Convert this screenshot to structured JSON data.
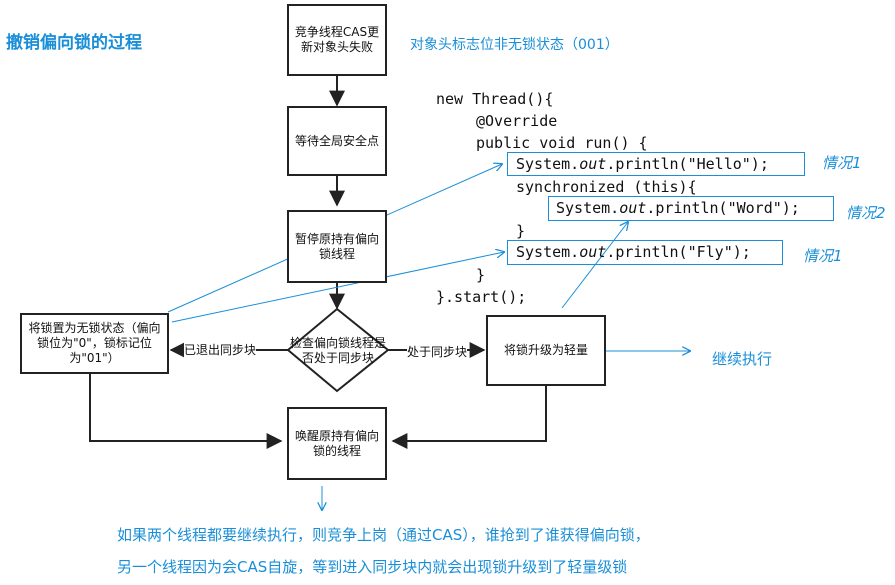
{
  "title": "撤销偏向锁的过程",
  "status_note": "对象头标志位非无锁状态（001）",
  "nodes": {
    "n1": "竞争线程CAS更新对象头失败",
    "n2": "等待全局安全点",
    "n3": "暂停原持有偏向锁线程",
    "n4": "检查偏向锁线程是否处于同步块",
    "n5": "将锁置为无锁状态（偏向锁位为\"0\"，锁标记位为\"01\"）",
    "n6": "将锁升级为轻量",
    "n7": "唤醒原持有偏向锁的线程"
  },
  "edges": {
    "exited": "已退出同步块",
    "inside": "处于同步块"
  },
  "continue_label": "继续执行",
  "code": {
    "line1": "new Thread(){",
    "line2": "@Override",
    "line3": "public void run() {",
    "hello_pre": "System.",
    "hello_out": "out",
    "hello_post": ".println(\"Hello\");",
    "line5": "synchronized (this){",
    "word_pre": "System.",
    "word_out": "out",
    "word_post": ".println(\"Word\");",
    "line7": "}",
    "fly_pre": "System.",
    "fly_out": "out",
    "fly_post": ".println(\"Fly\");",
    "line9": "}",
    "line10": "}.start();"
  },
  "cases": {
    "case_hello": "情况1",
    "case_word": "情况2",
    "case_fly": "情况1"
  },
  "bottom_notes": {
    "line1": "如果两个线程都要继续执行，则竞争上岗（通过CAS），谁抢到了谁获得偏向锁，",
    "line2": "另一个线程因为会CAS自旋，等到进入同步块内就会出现锁升级到了轻量级锁"
  },
  "colors": {
    "accent": "#1a8fd8",
    "line": "#222222"
  }
}
